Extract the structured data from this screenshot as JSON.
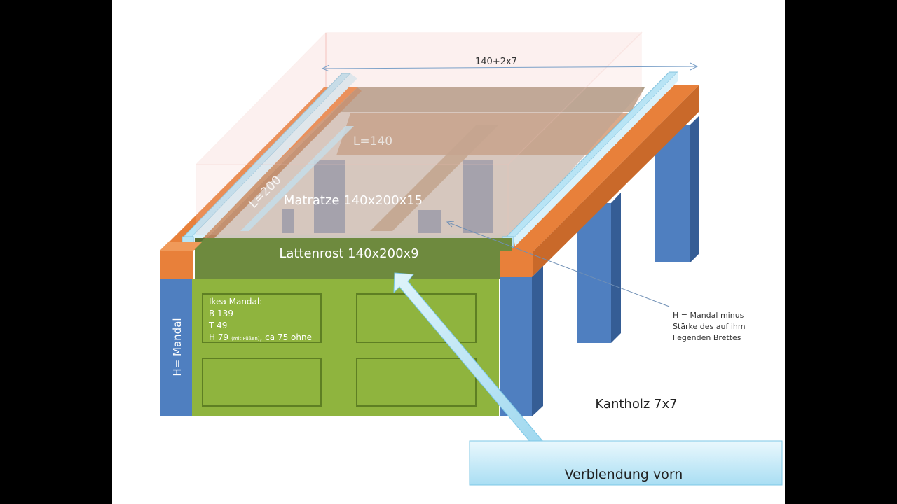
{
  "diagram": {
    "dimension_top": "140+2x7",
    "length_label": "L=200",
    "width_label": "L=140",
    "mattress_label": "Matratze 140x200x15",
    "slatted_frame_label": "Lattenrost 140x200x9",
    "height_label": "H= Mandal",
    "ikea": {
      "title": "Ikea Mandal:",
      "b": "B 139",
      "t": "T 49",
      "h_prefix": "H 79",
      "h_small": "(mit Füßen)",
      "h_suffix": ", ca 75 ohne"
    },
    "h_note": [
      "H = Mandal minus",
      "Stärke des auf ihm",
      "liegenden Brettes"
    ],
    "timber_label": "Kantholz 7x7",
    "callout": "Verblendung vorn"
  },
  "colors": {
    "leg_blue": "#4f7fc0",
    "beam_orange": "#e8803a",
    "cabinet_green": "#8fb43e",
    "frame_olive": "#6e8a3e",
    "strip_cyan": "#b8e4f5",
    "mattress_pink": "#f6c6c0"
  }
}
